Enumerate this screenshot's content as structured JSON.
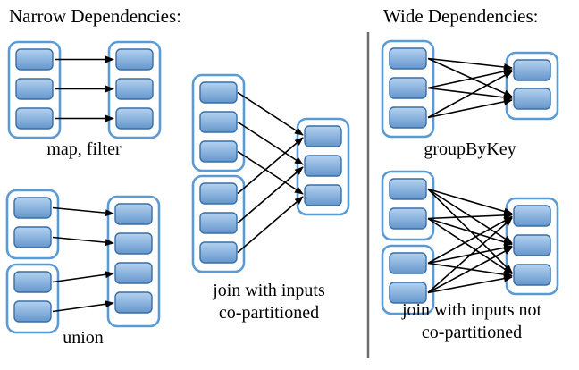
{
  "titles": {
    "narrow": "Narrow Dependencies:",
    "wide": "Wide Dependencies:"
  },
  "panels": {
    "map_filter": {
      "label": "map, filter",
      "input_rdd_partitions": [
        3
      ],
      "output_rdd_partitions": 3,
      "dependency_pattern": "one-to-one"
    },
    "union": {
      "label": "union",
      "input_rdd_partitions": [
        2,
        2
      ],
      "output_rdd_partitions": 4,
      "dependency_pattern": "one-to-one"
    },
    "join_co_partitioned": {
      "label": [
        "join with inputs",
        "co-partitioned"
      ],
      "input_rdd_partitions": [
        3,
        3
      ],
      "output_rdd_partitions": 3,
      "dependency_pattern": "co-partitioned (two parents per output partition)"
    },
    "group_by_key": {
      "label": "groupByKey",
      "input_rdd_partitions": [
        3
      ],
      "output_rdd_partitions": 2,
      "dependency_pattern": "all-to-all"
    },
    "join_not_co_partitioned": {
      "label": [
        "join with inputs not",
        "co-partitioned"
      ],
      "input_rdd_partitions": [
        2,
        2
      ],
      "output_rdd_partitions": 3,
      "dependency_pattern": "all-to-all"
    }
  },
  "colors": {
    "container_border": "#5b9bd5",
    "partition_border": "#3a6ea5",
    "partition_top": "#b4d2ef",
    "partition_bottom": "#6596cc",
    "arrow_color": "#000000",
    "divider_color": "#6e6e6e"
  }
}
